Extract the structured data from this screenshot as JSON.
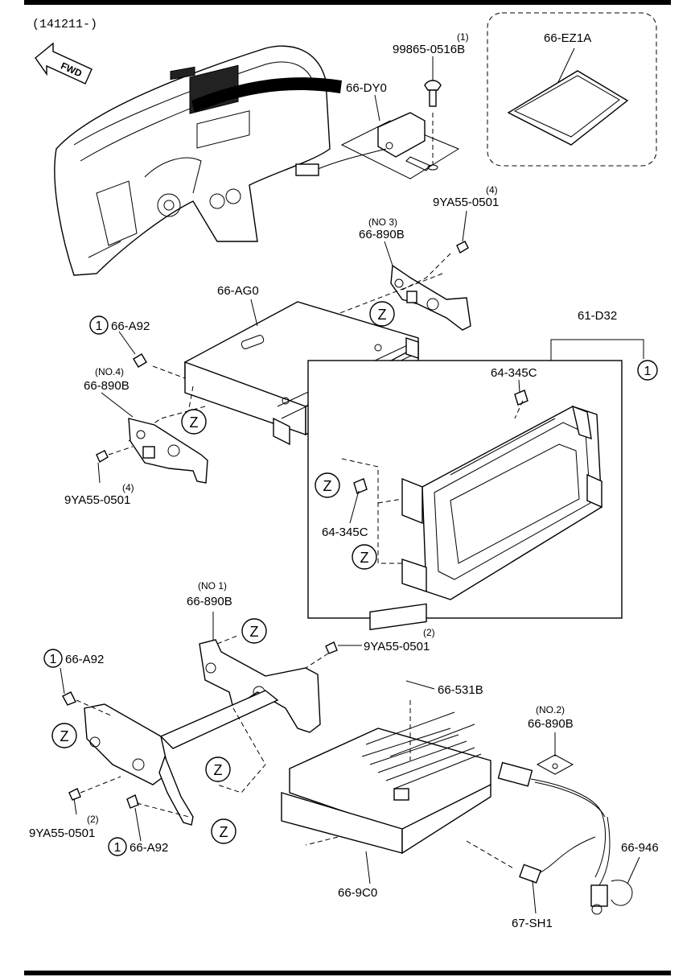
{
  "header": {
    "date_code": "(141211-)",
    "fwd_label": "FWD"
  },
  "callouts": {
    "z_symbol": "Z",
    "ref_one": "1"
  },
  "labels": {
    "p_99865_qty": "(1)",
    "p_99865": "99865-0516B",
    "p_66_dy0": "66-DY0",
    "p_66_ez1a": "66-EZ1A",
    "p_9ya55_qty_top": "(4)",
    "p_9ya55_top": "9YA55-0501",
    "p_no3": "(NO 3)",
    "p_66_890b_no3": "66-890B",
    "p_66_ag0": "66-AG0",
    "p_66_a92_upper": "66-A92",
    "p_no4": "(NO.4)",
    "p_66_890b_no4": "66-890B",
    "p_9ya55_qty_left": "(4)",
    "p_9ya55_left": "9YA55-0501",
    "p_61_d32": "61-D32",
    "p_64_345c_top": "64-345C",
    "p_64_345c_left": "64-345C",
    "p_no1": "(NO 1)",
    "p_66_890b_no1": "66-890B",
    "p_9ya55_qty_mid": "(2)",
    "p_9ya55_mid": "9YA55-0501",
    "p_66_a92_lower": "66-A92",
    "p_66_531b": "66-531B",
    "p_no2": "(NO.2)",
    "p_66_890b_no2": "66-890B",
    "p_9ya55_qty_bottom": "(2)",
    "p_9ya55_bottom": "9YA55-0501",
    "p_66_a92_bottom": "66-A92",
    "p_66_9c0": "66-9C0",
    "p_66_946": "66-946",
    "p_67_sh1": "67-SH1"
  }
}
